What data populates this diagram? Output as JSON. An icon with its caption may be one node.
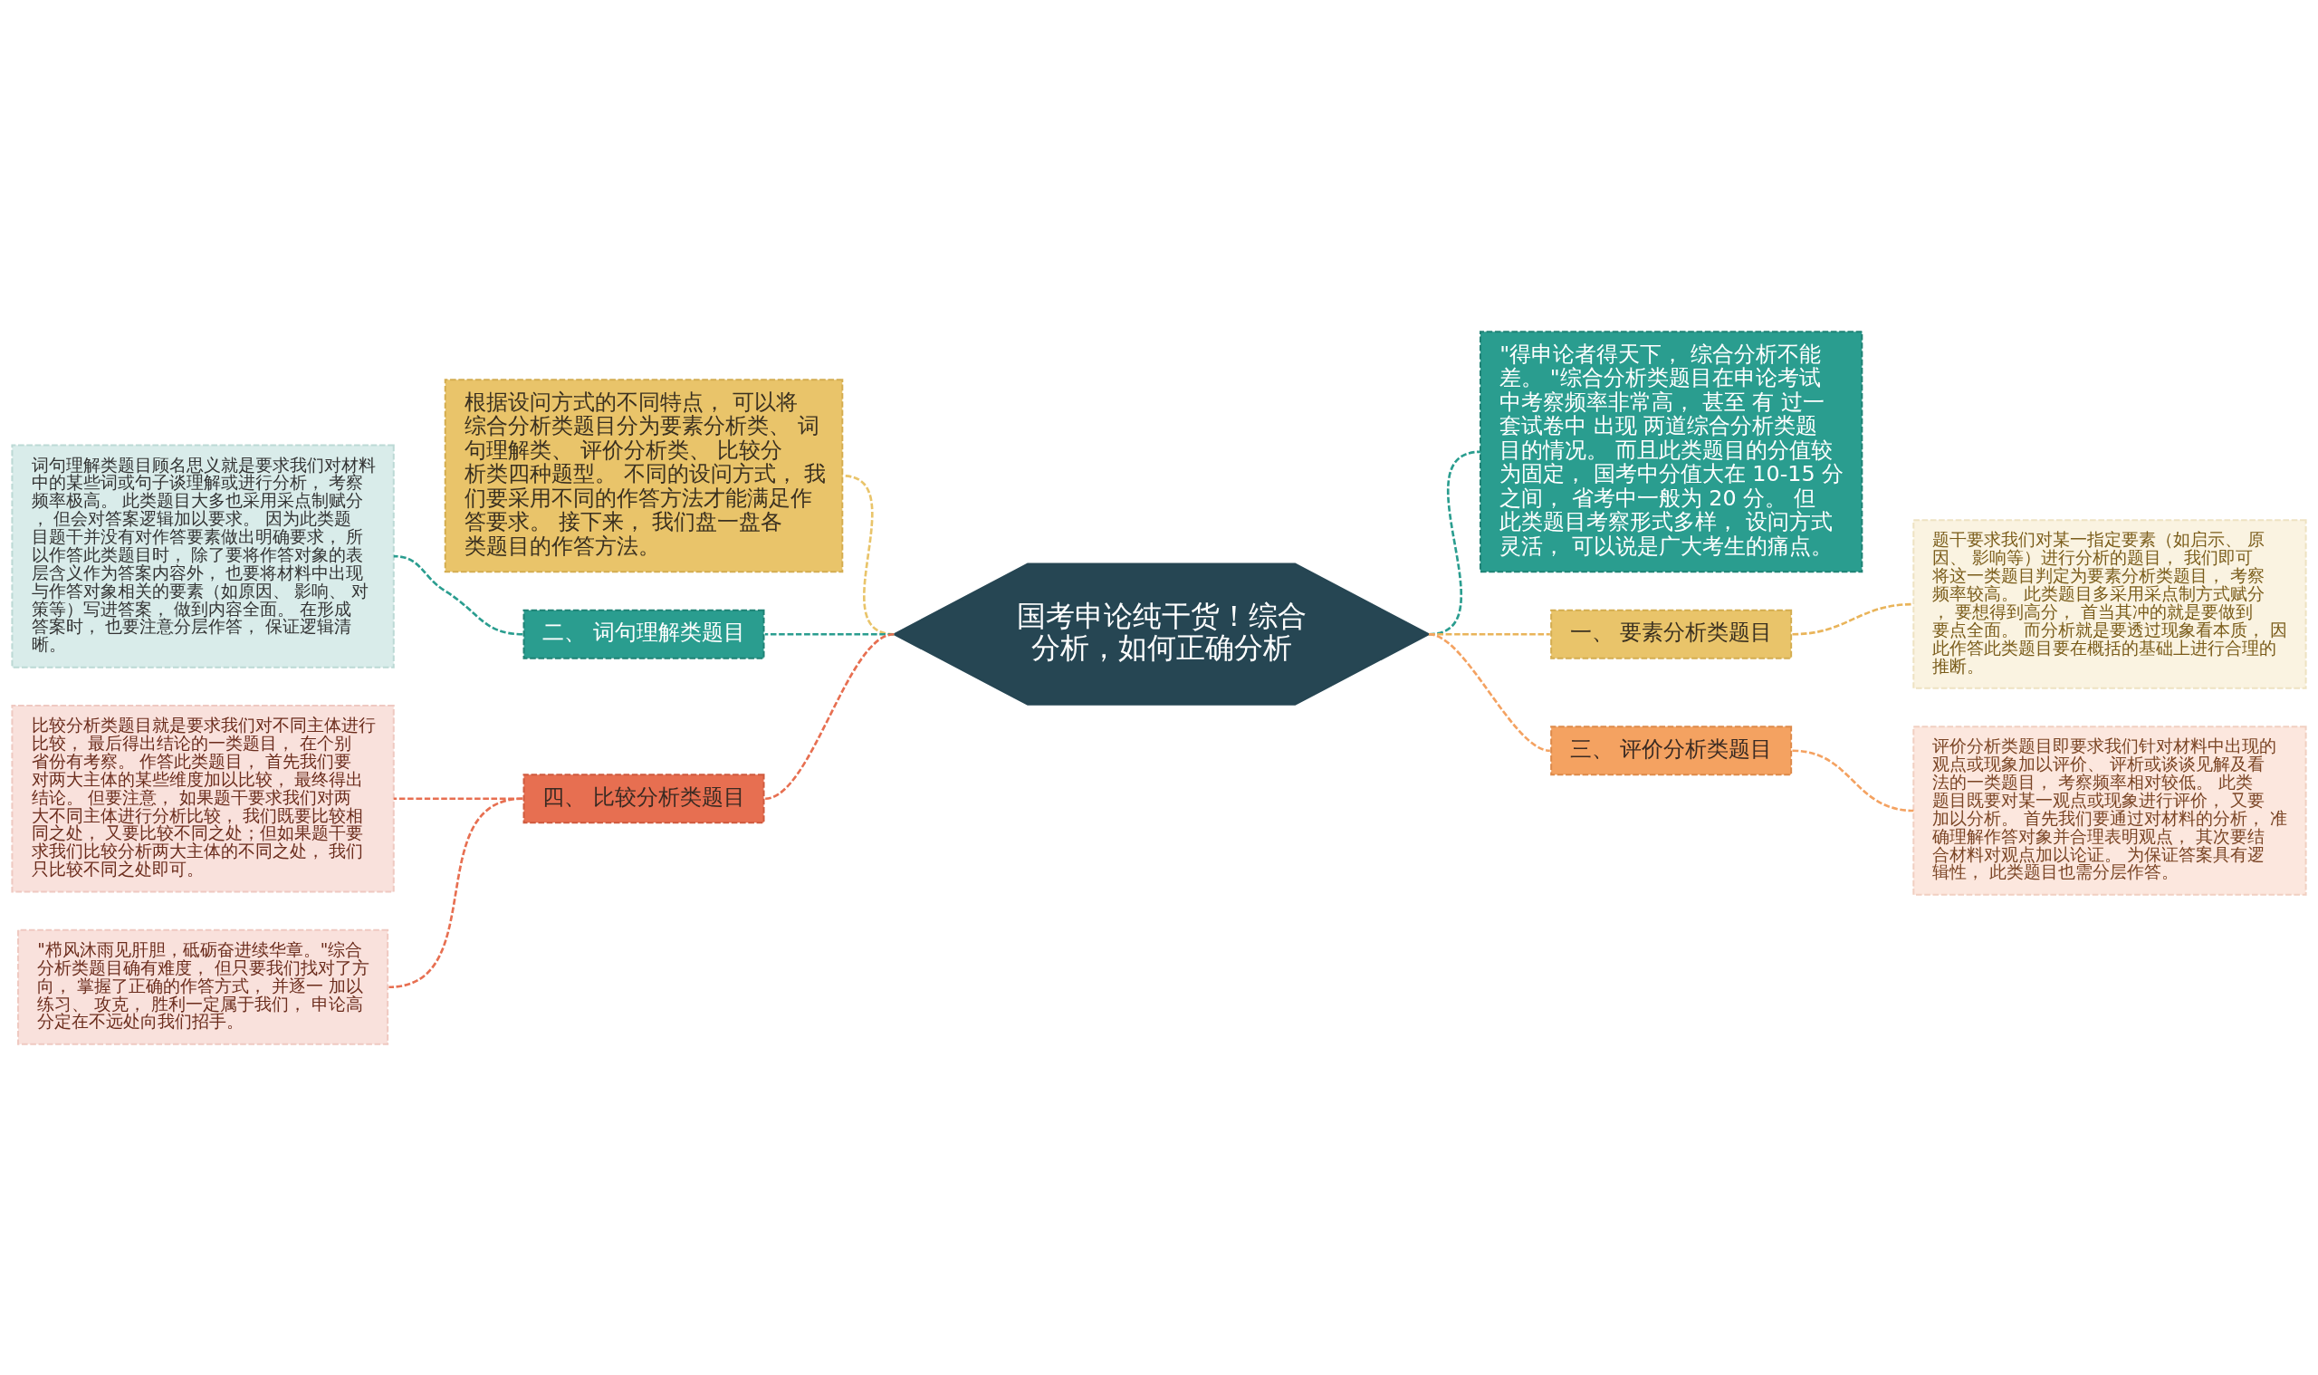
{
  "diagram": {
    "nodes": [
      {
        "text": [
          "国考申论纯干货！综合分析，如何正确分析"
        ]
      },
      {
        "text": [
          "根据设问方式的不同特点， 可以将综合分析类题目分为要素分析类、 词句理解类、 评价分析类、 比较分析类四种题型。 不同的设问方式， 我们要采用不同的作答方法才能满足作答要求。 接下来， 我们盘一盘各类题目的作答方法。"
        ]
      },
      {
        "text": [
          "二、 词句理解类题目"
        ]
      },
      {
        "text": [
          "词句理解类题目顾名思义就是要求我们对材料中的某些词或句子谈理解或进行分析， 考察频率极高。 此类题目大多也采用采点制赋分， 但会对答案逻辑加以要求。 因为此类题目题干并没有对作答要素做出明确要求， 所以作答此类题目时， 除了要将作答对象的表层含义作为答案内容外， 也要将材料中出现与作答对象相关的要素（如原因、 影响、 对策等）写进答案， 做到内容全面。 在形成答案时， 也要注意分层作答， 保证逻辑清晰。"
        ]
      },
      {
        "text": [
          "四、 比较分析类题目"
        ]
      },
      {
        "text": [
          "比较分析类题目就是要求我们对不同主体进行比较， 最后得出结论的一类题目， 在个别省份有考察。 作答此类题目， 首先我们要对两大主体的某些维度加以比较， 最终得出结论。 但要注意， 如果题干要求我们对两大不同主体进行分析比较， 我们既要比较相同之处， 又要比较不同之处；但如果题干要求我们比较分析两大主体的不同之处， 我们只比较不同之处即可。"
        ]
      },
      {
        "text": [
          "\"栉风沐雨见肝胆，砥砺奋进续华章。\"综合分析类题目确有难度， 但只要我们找对了方向， 掌握了正确的作答方式， 并逐一 加以练习、 攻克， 胜利一定属于我们， 申论高分定在不远处向我们招手。"
        ]
      },
      {
        "text": [
          "\"得申论者得天下， 综合分析不能差。 \"综合分析类题目在申论考试中考察频率非常高， 甚至 有 过一套试卷中 出现 两道综合分析类题目的情况。 而且此类题目的分值较为固定， 国考中分值大在 10-15 分之间， 省考中一般为 20 分。 但此类题目考察形式多样， 设问方式灵活， 可以说是广大考生的痛点。"
        ]
      },
      {
        "text": [
          "一、 要素分析类题目"
        ]
      },
      {
        "text": [
          "题干要求我们对某一指定要素（如启示、 原因、 影响等）进行分析的题目， 我们即可将这一类题目判定为要素分析类题目， 考察频率较高。 此类题目多采用采点制方式赋分， 要想得到高分， 首当其冲的就是要做到要点全面。 而分析就是要透过现象看本质， 因此作答此类题目要在概括的基础上进行合理的推断。"
        ]
      },
      {
        "text": [
          "三、 评价分析类题目"
        ]
      },
      {
        "text": [
          "评价分析类题目即要求我们针对材料中出现的观点或现象加以评价、 评析或谈谈见解及看法的一类题目， 考察频率相对较低。 此类题目既要对某一观点或现象进行评价， 又要加以分析。 首先我们要通过对材料的分析， 准确理解作答对象并合理表明观点， 其次要结合材料对观点加以论证。 为保证答案具有逻辑性， 此类题目也需分层作答。"
        ]
      }
    ],
    "edges": [
      {
        "from": 0,
        "to": 1,
        "arrow": "none",
        "style": "dashed",
        "color": "#e9c46a"
      },
      {
        "from": 0,
        "to": 2,
        "arrow": "none",
        "style": "dashed",
        "color": "#2a9d8f"
      },
      {
        "from": 2,
        "to": 3,
        "arrow": "none",
        "style": "dashed",
        "color": "#2a9d8f"
      },
      {
        "from": 0,
        "to": 4,
        "arrow": "none",
        "style": "dashed",
        "color": "#e76f51"
      },
      {
        "from": 4,
        "to": 5,
        "arrow": "none",
        "style": "dashed",
        "color": "#e76f51"
      },
      {
        "from": 4,
        "to": 6,
        "arrow": "none",
        "style": "dashed",
        "color": "#e76f51"
      },
      {
        "from": 0,
        "to": 7,
        "arrow": "none",
        "style": "dashed",
        "color": "#2a9d8f"
      },
      {
        "from": 0,
        "to": 8,
        "arrow": "none",
        "style": "dashed",
        "color": "#e9b45a"
      },
      {
        "from": 8,
        "to": 9,
        "arrow": "none",
        "style": "dashed",
        "color": "#e9b45a"
      },
      {
        "from": 0,
        "to": 10,
        "arrow": "none",
        "style": "dashed",
        "color": "#f4a261"
      },
      {
        "from": 10,
        "to": 11,
        "arrow": "none",
        "style": "dashed",
        "color": "#f4a261"
      }
    ]
  }
}
